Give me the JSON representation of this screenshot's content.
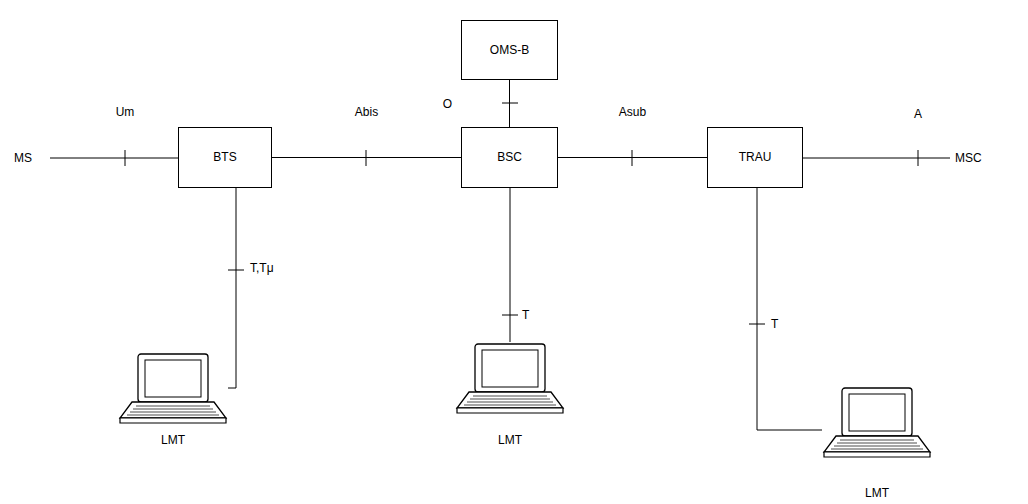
{
  "diagram": {
    "nodes": [
      {
        "text": [
          "OMS-B"
        ]
      },
      {
        "text": [
          "BTS"
        ]
      },
      {
        "text": [
          "BSC"
        ]
      },
      {
        "text": [
          "TRAU"
        ]
      }
    ],
    "edges": [
      {
        "from": 0,
        "to": 2,
        "label": "O",
        "arrow": "none"
      },
      {
        "from": 1,
        "to": 2,
        "label": "Abis",
        "arrow": "none"
      },
      {
        "from": 2,
        "to": 3,
        "label": "Asub",
        "arrow": "none"
      }
    ],
    "labels": [
      "MS",
      "Um",
      "A",
      "MSC",
      "T,Tμ",
      "T",
      "T",
      "LMT",
      "LMT",
      "LMT"
    ]
  }
}
